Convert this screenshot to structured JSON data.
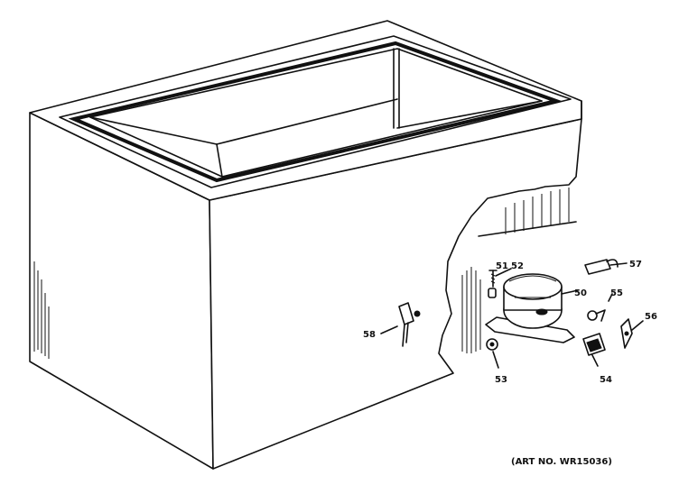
{
  "diagram": {
    "art_number": "(ART NO. WR15036)",
    "callouts": {
      "p50": "50",
      "p51": "51",
      "p52": "52",
      "p53": "53",
      "p54": "54",
      "p55": "55",
      "p56": "56",
      "p57": "57",
      "p58": "58"
    }
  }
}
